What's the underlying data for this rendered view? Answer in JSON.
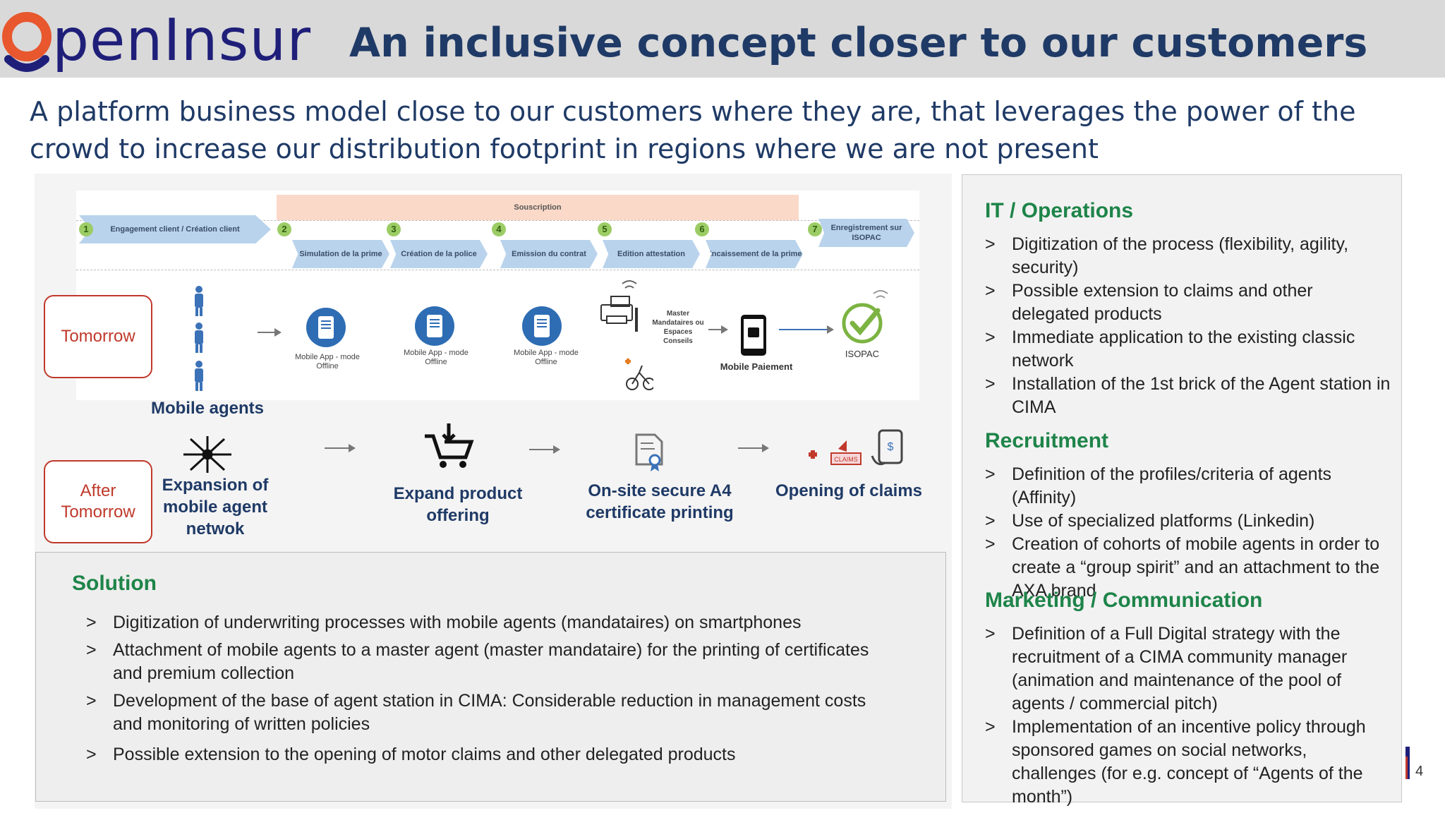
{
  "header": {
    "logo_text": "penInsur",
    "title": "An inclusive concept closer to our customers"
  },
  "subtitle": "A platform business model close to our customers where they are, that leverages the power of the crowd to increase our distribution footprint in regions where we are not present",
  "process": {
    "souscription": "Souscription",
    "steps": [
      {
        "num": "1",
        "label": "Engagement client / Création client"
      },
      {
        "num": "2",
        "label": "Simulation de la prime"
      },
      {
        "num": "3",
        "label": "Création de la police"
      },
      {
        "num": "4",
        "label": "Emission du contrat"
      },
      {
        "num": "5",
        "label": "Edition attestation"
      },
      {
        "num": "6",
        "label": "Encaissement de la prime"
      },
      {
        "num": "7",
        "label": "Enregistrement sur ISOPAC"
      }
    ],
    "mobile_app_labels": [
      "Mobile App - mode Offline",
      "Mobile App - mode Offline",
      "Mobile App - mode Offline"
    ],
    "master_label": "Master Mandataires ou Espaces Conseils",
    "mobile_payment": "Mobile Paiement",
    "isopac": "ISOPAC"
  },
  "tomorrow": {
    "label": "Tomorrow",
    "mobile_agents": "Mobile agents"
  },
  "after_tomorrow": {
    "label": "After Tomorrow",
    "items": [
      "Expansion of mobile agent netwok",
      "Expand product offering",
      "On-site secure A4 certificate printing",
      "Opening of claims"
    ]
  },
  "solution": {
    "title": "Solution",
    "bullets": [
      "Digitization of underwriting processes with mobile agents (mandataires) on smartphones",
      "Attachment of mobile agents to a master agent (master mandataire) for the printing of certificates and premium collection",
      "Development of the base of agent station in CIMA: Considerable reduction in management costs and monitoring of written policies",
      "Possible extension to the opening of motor claims and other delegated products"
    ]
  },
  "right": {
    "it_title": "IT / Operations",
    "it_bullets": [
      "Digitization of the process (flexibility, agility, security)",
      "Possible extension to claims and other delegated products",
      "Immediate application to the existing classic network",
      "Installation of the 1st brick of the Agent station in CIMA"
    ],
    "rec_title": "Recruitment",
    "rec_bullets": [
      "Definition of the profiles/criteria of agents (Affinity)",
      "Use of specialized platforms (Linkedin)",
      "Creation of cohorts of mobile agents in order to create a “group spirit” and an attachment to the AXA brand"
    ],
    "mkt_title": "Marketing / Communication",
    "mkt_bullets": [
      "Definition of a Full Digital strategy with the recruitment of a CIMA community manager (animation and maintenance of the pool of agents / commercial pitch)",
      "Implementation of an incentive policy through sponsored games on social networks, challenges (for e.g. concept of “Agents of the month”)"
    ]
  },
  "page_number": "4",
  "colors": {
    "brand_blue": "#1f1f7a",
    "title_blue": "#1f3a66",
    "accent_red": "#c0392b",
    "section_green": "#1e8449"
  }
}
